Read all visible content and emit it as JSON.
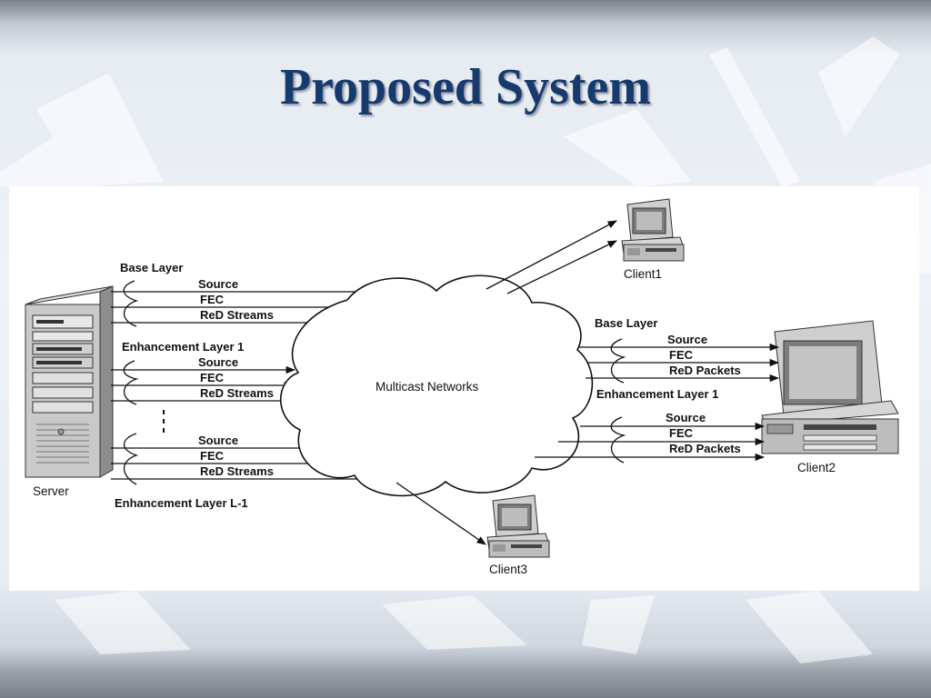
{
  "slide": {
    "title": "Proposed System"
  },
  "diagram": {
    "cloud_label": "Multicast Networks",
    "server": {
      "label": "Server",
      "groups": [
        {
          "title": "Base Layer",
          "streams": [
            "Source",
            "FEC",
            "ReD Streams"
          ]
        },
        {
          "title": "Enhancement Layer 1",
          "streams": [
            "Source",
            "FEC",
            "ReD Streams"
          ]
        },
        {
          "title": "Enhancement Layer L-1",
          "streams": [
            "Source",
            "FEC",
            "ReD Streams"
          ]
        }
      ]
    },
    "clients": [
      {
        "label": "Client1"
      },
      {
        "label": "Client2"
      },
      {
        "label": "Client3"
      }
    ],
    "client2_groups": [
      {
        "title": "Base Layer",
        "streams": [
          "Source",
          "FEC",
          "ReD Packets"
        ]
      },
      {
        "title": "Enhancement Layer 1",
        "streams": [
          "Source",
          "FEC",
          "ReD Packets"
        ]
      }
    ]
  }
}
